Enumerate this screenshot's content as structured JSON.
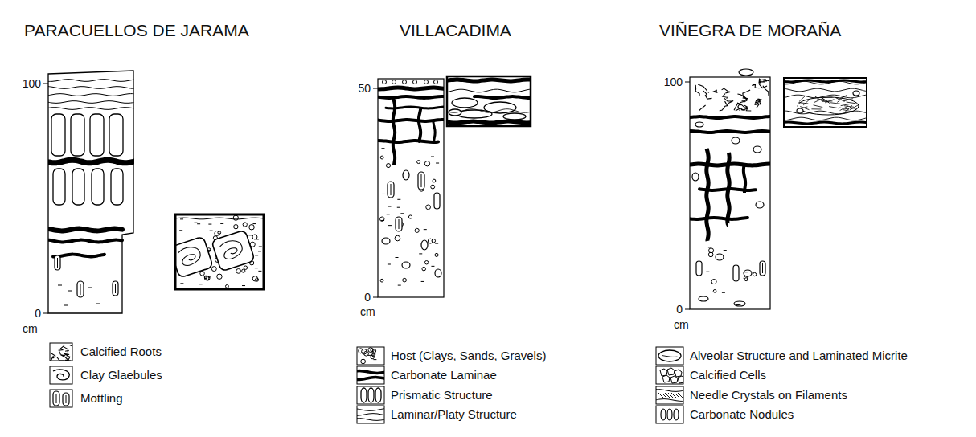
{
  "diagram": {
    "labels": [
      "PARACUELLOS DE JARAMA",
      "VILLACADIMA",
      "VIÑEGRA DE MORAÑA",
      "100",
      "0",
      "cm",
      "50",
      "0",
      "cm",
      "100",
      "0",
      "cm"
    ],
    "legend": [
      {
        "text": "Calcified Roots"
      },
      {
        "text": "Clay Glaebules"
      },
      {
        "text": "Mottling"
      },
      {
        "text": "Host (Clays, Sands, Gravels)"
      },
      {
        "text": "Carbonate Laminae"
      },
      {
        "text": "Prismatic Structure"
      },
      {
        "text": "Laminar/Platy Structure"
      },
      {
        "text": "Alveolar Structure and Laminated Micrite"
      },
      {
        "text": "Calcified Cells"
      },
      {
        "text": "Needle Crystals on Filaments"
      },
      {
        "text": "Carbonate Nodules"
      }
    ]
  }
}
